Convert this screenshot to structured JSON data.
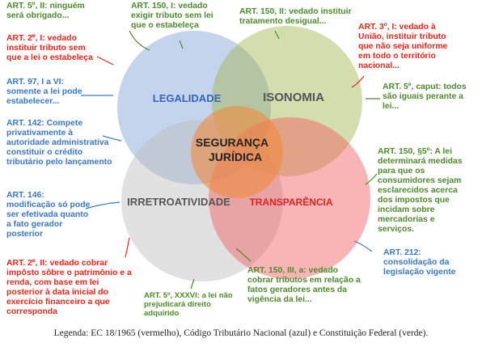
{
  "colors": {
    "legalidade": "#7fa0d6",
    "isonomia": "#9fb34b",
    "transparencia": "#f25a5a",
    "irretroatividade": "#bcbcbc",
    "seguranca": "#f08a3c",
    "ec_red": "#e8281e",
    "ctn_blue": "#3a78c2",
    "cf_green": "#4e8a2e"
  },
  "circles": {
    "legalidade": "LEGALIDADE",
    "isonomia": "ISONOMIA",
    "transparencia": "TRANSPARÊNCIA",
    "irretroatividade": "IRRETROATIVIDADE",
    "seguranca_line1": "SEGURANÇA",
    "seguranca_line2": "JURÍDICA"
  },
  "notes": {
    "art5_ii": [
      "ART. 5º, II: ninguém",
      "será obrigado..."
    ],
    "art150_i": [
      "ART. 150, I: vedado",
      "exigir tributo sem lei",
      "que o estabeleça"
    ],
    "art150_ii": [
      "ART. 150, II: vedado instituir",
      "tratamento desigual..."
    ],
    "art2_i": [
      "ART. 2º, I: vedado",
      "instituir tributo sem",
      "que a lei o estabeleça"
    ],
    "art3_i": [
      "ART. 3º, I: vedado à",
      "União, instituir tributo",
      "que não seja uniforme",
      "em todo o território",
      "nacional..."
    ],
    "art97": [
      "ART. 97, I a VI:",
      "somente a lei pode",
      "estabelecer..."
    ],
    "art5_caput": [
      "ART. 5º, caput: todos",
      "são iguais perante a",
      "lei..."
    ],
    "art142": [
      "ART. 142: Compete",
      "privativamente à",
      "autoridade administrativa",
      "constituir o crédito",
      "tributário pelo lançamento"
    ],
    "art150_s5": [
      "ART. 150, §5º: A lei",
      "determinará medidas",
      "para que os",
      "consumidores sejam",
      "esclarecidos acerca",
      "dos impostos que",
      "incidam sobre",
      "mercadorias e",
      "serviços."
    ],
    "art146": [
      "ART. 146:",
      "modificação só pode",
      "ser efetivada quanto",
      "a fato gerador",
      "posterior"
    ],
    "art212": [
      "ART. 212:",
      "consolidação da",
      "legislação vigente"
    ],
    "art2_ii": [
      "ART. 2º, II: vedado cobrar",
      "impôsto sôbre o patrimônio e a",
      "renda, com base em lei",
      "posterior à data inicial do",
      "exercício financeiro a que",
      "corresponda"
    ],
    "art5_xxxvi": [
      "ART. 5º, XXXVI: a lei não",
      "prejudicará direito",
      "adquirido"
    ],
    "art150_iii": [
      "ART. 150, III, a: vedado",
      "cobrar tributos em relação a",
      "fatos geradores antes da",
      "vigência da lei..."
    ]
  },
  "caption": "Legenda:  EC 18/1965 (vermelho), Código Tributário Nacional (azul) e Constituição Federal (verde)."
}
